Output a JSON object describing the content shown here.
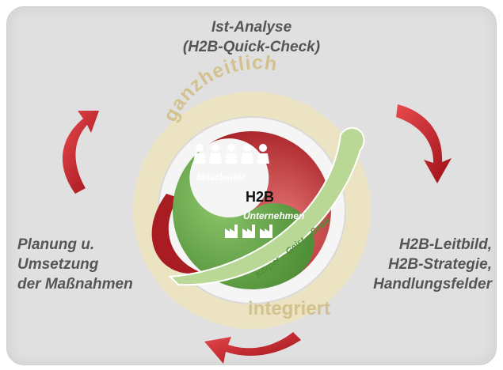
{
  "labels": {
    "top": [
      "Ist-Analyse",
      "(H2B-Quick-Check)"
    ],
    "left": [
      "Planung u.",
      "Umsetzung",
      "der Maßnahmen"
    ],
    "right": [
      "H2B-Leitbild,",
      "H2B-Strategie,",
      "Handlungsfelder"
    ]
  },
  "circle": {
    "ring_top": "ganzheitlich",
    "ring_bottom": "integriert",
    "center": "H2B",
    "green_label": "Mitarbeiter",
    "red_label": "Unternehmen",
    "band": "Körper – Geist – Seele"
  },
  "colors": {
    "background": "#e0e0e0",
    "ring": "#ece3c2",
    "ring_text": "#d3c28e",
    "green": "#6aa84f",
    "red": "#c0262c",
    "arrow": "#c31b22",
    "band": "#b9d795",
    "label_text": "#555555"
  },
  "icons": [
    "person-icon",
    "factory-icon",
    "cycle-arrow-icon"
  ]
}
